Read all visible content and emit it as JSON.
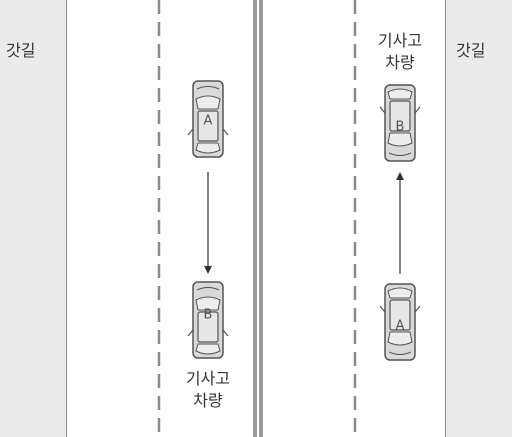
{
  "shoulder_left_label": "갓길",
  "shoulder_right_label": "갓길",
  "left_lane": {
    "moving_car_label": "A",
    "accident_car_label": "B",
    "accident_text_line1": "기사고",
    "accident_text_line2": "차량",
    "direction": "down"
  },
  "right_lane": {
    "moving_car_label": "A",
    "accident_car_label": "B",
    "accident_text_line1": "기사고",
    "accident_text_line2": "차량",
    "direction": "up"
  },
  "colors": {
    "shoulder": "#ebebeb",
    "road": "#ffffff",
    "median": "#9a9a9a",
    "lane_dash": "#8a8a8a",
    "car_body": "#d9d9d9",
    "car_outline": "#555555"
  }
}
